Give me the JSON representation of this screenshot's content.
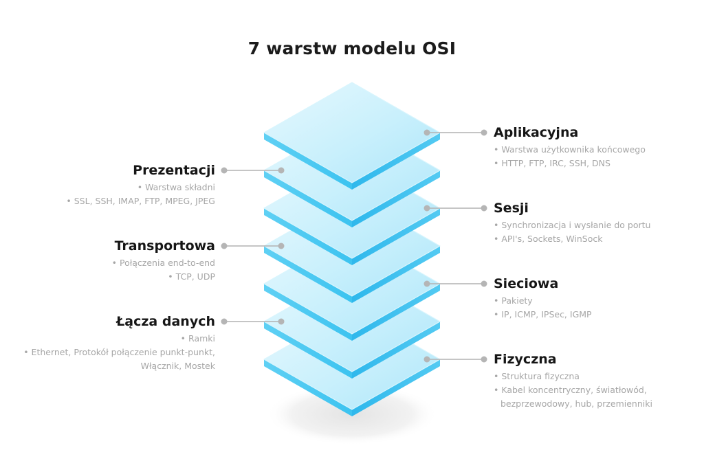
{
  "title": "7 warstw modelu OSI",
  "colors": {
    "layer_top": "#c9f0fc",
    "layer_edge": "#3cc3f0",
    "connector": "#b2b2b2",
    "heading": "#161616",
    "bullet": "#a6a6a6"
  },
  "layers": [
    {
      "name": "Aplikacyjna",
      "bullets": [
        "Warstwa użytkownika końcowego",
        "HTTP, FTP, IRC, SSH, DNS"
      ]
    },
    {
      "name": "Prezentacji",
      "bullets": [
        "Warstwa składni",
        "SSL, SSH, IMAP, FTP, MPEG, JPEG"
      ]
    },
    {
      "name": "Sesji",
      "bullets": [
        "Synchronizacja i wysłanie do portu",
        "API's, Sockets, WinSock"
      ]
    },
    {
      "name": "Transportowa",
      "bullets": [
        "Połączenia end-to-end",
        "TCP, UDP"
      ]
    },
    {
      "name": "Sieciowa",
      "bullets": [
        "Pakiety",
        "IP, ICMP, IPSec, IGMP"
      ]
    },
    {
      "name": "Łącza danych",
      "bullets": [
        "Ramki",
        "Ethernet, Protokół połączenie punkt-punkt, Włącznik, Mostek"
      ]
    },
    {
      "name": "Fizyczna",
      "bullets": [
        "Struktura fizyczna",
        "Kabel koncentryczny, światłowód, bezprzewodowy, hub, przemienniki"
      ]
    }
  ]
}
